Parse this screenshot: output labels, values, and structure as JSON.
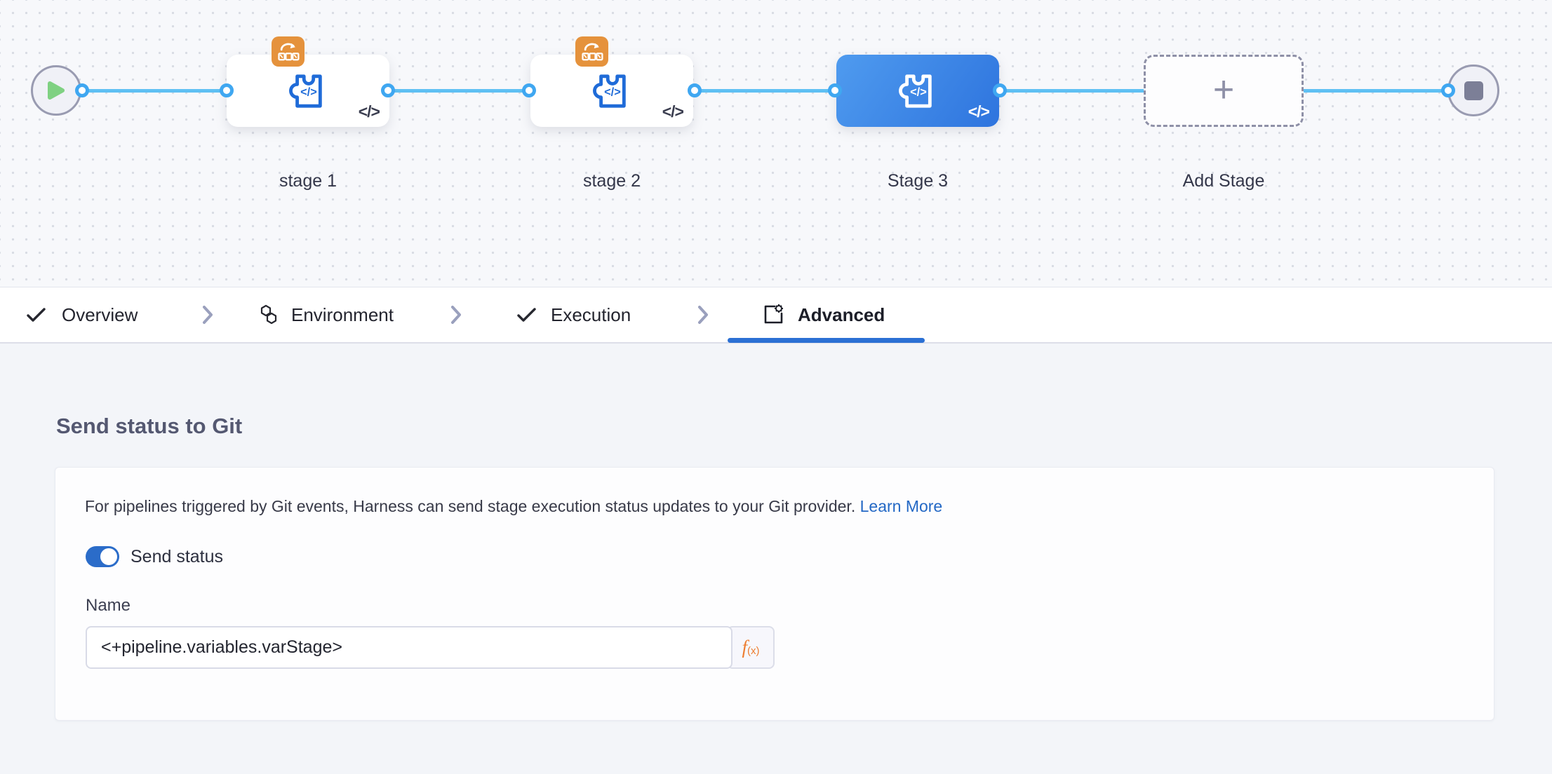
{
  "pipeline": {
    "stages": [
      {
        "label": "stage 1",
        "selected": false,
        "badge": true
      },
      {
        "label": "stage 2",
        "selected": false,
        "badge": true
      },
      {
        "label": "Stage 3",
        "selected": true,
        "badge": false
      }
    ],
    "add_stage_label": "Add Stage",
    "code_chip": "</>"
  },
  "tabs": {
    "items": [
      {
        "label": "Overview",
        "icon": "check",
        "active": false
      },
      {
        "label": "Environment",
        "icon": "environment",
        "active": false
      },
      {
        "label": "Execution",
        "icon": "check",
        "active": false
      },
      {
        "label": "Advanced",
        "icon": "advanced",
        "active": true
      }
    ]
  },
  "panel": {
    "heading": "Send status to Git",
    "description": "For pipelines triggered by Git events, Harness can send stage execution status updates to your Git provider.",
    "link_label": "Learn More",
    "toggle_label": "Send status",
    "toggle_on": true,
    "name_label": "Name",
    "name_value": "<+pipeline.variables.varStage>",
    "fx_label": "f",
    "fx_sub": "(x)"
  },
  "colors": {
    "accent_blue": "#2b70d4",
    "line_blue": "#5fc0f3",
    "port_blue": "#3fa7f1",
    "stage_icon_blue": "#1f6bd8",
    "badge_orange": "#e5923c",
    "selected_gradient_start": "#4f9bef",
    "selected_gradient_end": "#2e74de",
    "toggle_blue": "#2b6cc9",
    "fx_orange": "#ed7d31",
    "play_green": "#7fd182",
    "stop_gray": "#7c7f97"
  }
}
